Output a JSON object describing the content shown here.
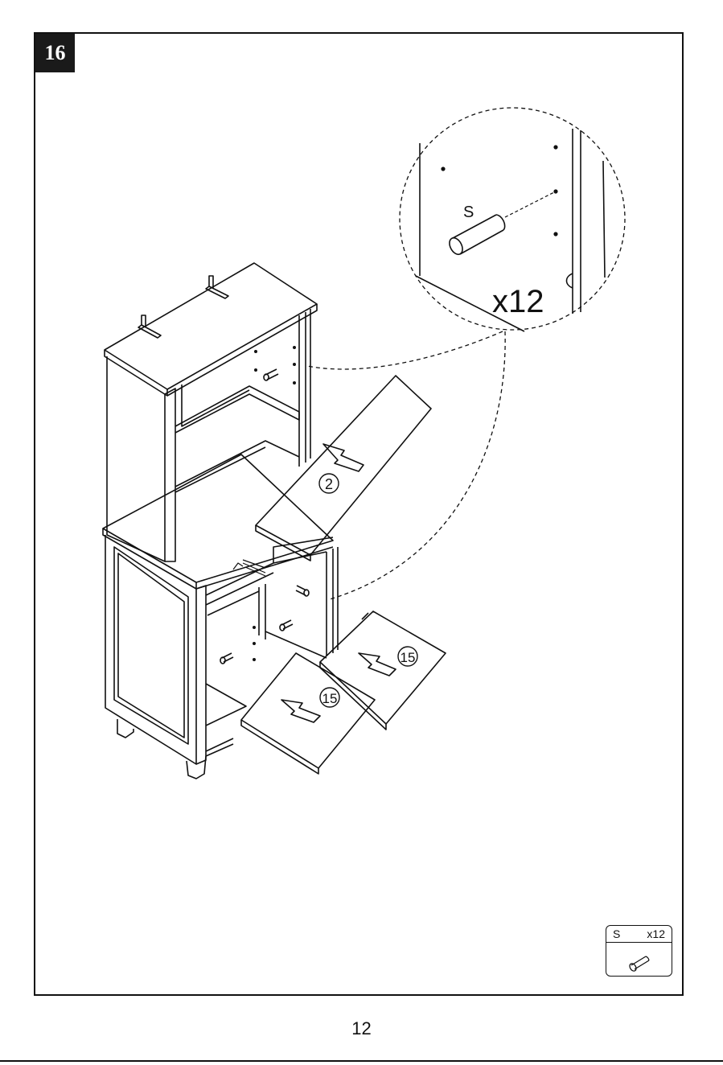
{
  "step": {
    "number": "16"
  },
  "detail": {
    "part_letter": "S",
    "quantity": "x12"
  },
  "parts": [
    {
      "id": "2"
    },
    {
      "id": "15"
    },
    {
      "id": "15"
    }
  ],
  "hardware_box": {
    "part_letter": "S",
    "quantity": "x12"
  },
  "page": {
    "number": "12"
  }
}
